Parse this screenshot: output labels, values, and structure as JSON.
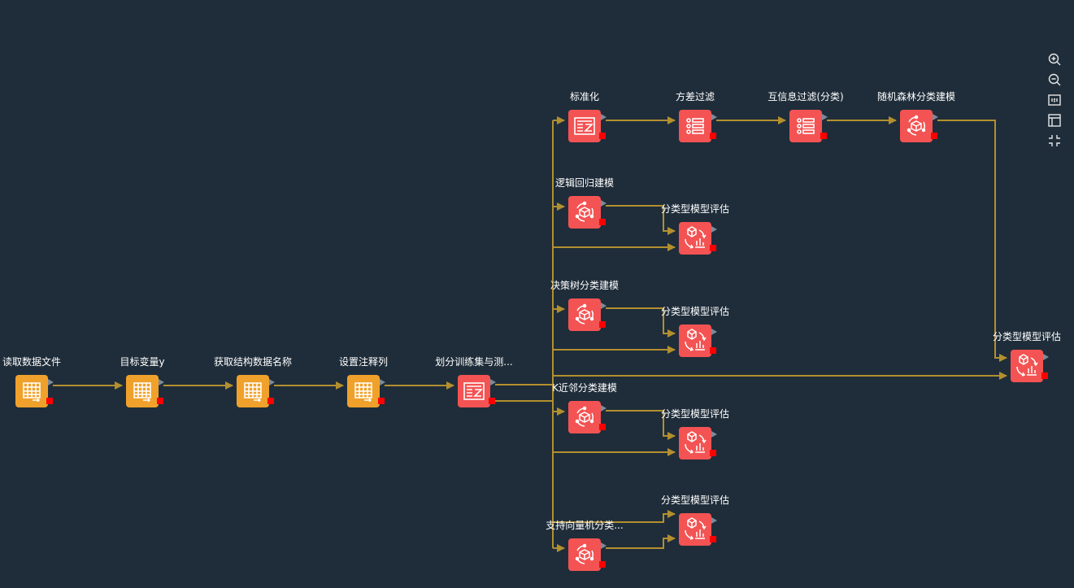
{
  "nodes": [
    {
      "id": "read",
      "label": "读取数据文件",
      "color": "orange",
      "icon": "table-icon"
    },
    {
      "id": "target",
      "label": "目标变量y",
      "color": "orange",
      "icon": "table-icon"
    },
    {
      "id": "getname",
      "label": "获取结构数据名称",
      "color": "orange",
      "icon": "table-icon"
    },
    {
      "id": "setcomment",
      "label": "设置注释列",
      "color": "orange",
      "icon": "table-icon"
    },
    {
      "id": "split",
      "label": "划分训练集与测...",
      "color": "red",
      "icon": "transform-icon"
    },
    {
      "id": "standardize",
      "label": "标准化",
      "color": "red",
      "icon": "transform-icon"
    },
    {
      "id": "varfilter",
      "label": "方差过滤",
      "color": "red",
      "icon": "filter-list-icon"
    },
    {
      "id": "mifilter",
      "label": "互信息过滤(分类)",
      "color": "red",
      "icon": "filter-list-icon"
    },
    {
      "id": "rf",
      "label": "随机森林分类建模",
      "color": "red",
      "icon": "model-cube-icon"
    },
    {
      "id": "lr",
      "label": "逻辑回归建模",
      "color": "red",
      "icon": "model-cube-icon"
    },
    {
      "id": "eval_lr",
      "label": "分类型模型评估",
      "color": "red",
      "icon": "evaluate-icon"
    },
    {
      "id": "dt",
      "label": "决策树分类建模",
      "color": "red",
      "icon": "model-cube-icon"
    },
    {
      "id": "eval_dt",
      "label": "分类型模型评估",
      "color": "red",
      "icon": "evaluate-icon"
    },
    {
      "id": "eval_rf",
      "label": "分类型模型评估",
      "color": "red",
      "icon": "evaluate-icon"
    },
    {
      "id": "knn",
      "label": "K近邻分类建模",
      "color": "red",
      "icon": "model-cube-icon"
    },
    {
      "id": "eval_knn",
      "label": "分类型模型评估",
      "color": "red",
      "icon": "evaluate-icon"
    },
    {
      "id": "eval_svm",
      "label": "分类型模型评估",
      "color": "red",
      "icon": "evaluate-icon"
    },
    {
      "id": "svm",
      "label": "支持向量机分类...",
      "color": "red",
      "icon": "model-cube-icon"
    }
  ],
  "toolbar": [
    {
      "name": "zoom-in-icon"
    },
    {
      "name": "zoom-out-icon"
    },
    {
      "name": "actual-size-icon"
    },
    {
      "name": "fit-layout-icon"
    },
    {
      "name": "collapse-icon"
    }
  ],
  "colors": {
    "edge": "#b38f2e",
    "orange": "#f0a12b",
    "red": "#f45353",
    "background": "#1f2d3a"
  }
}
